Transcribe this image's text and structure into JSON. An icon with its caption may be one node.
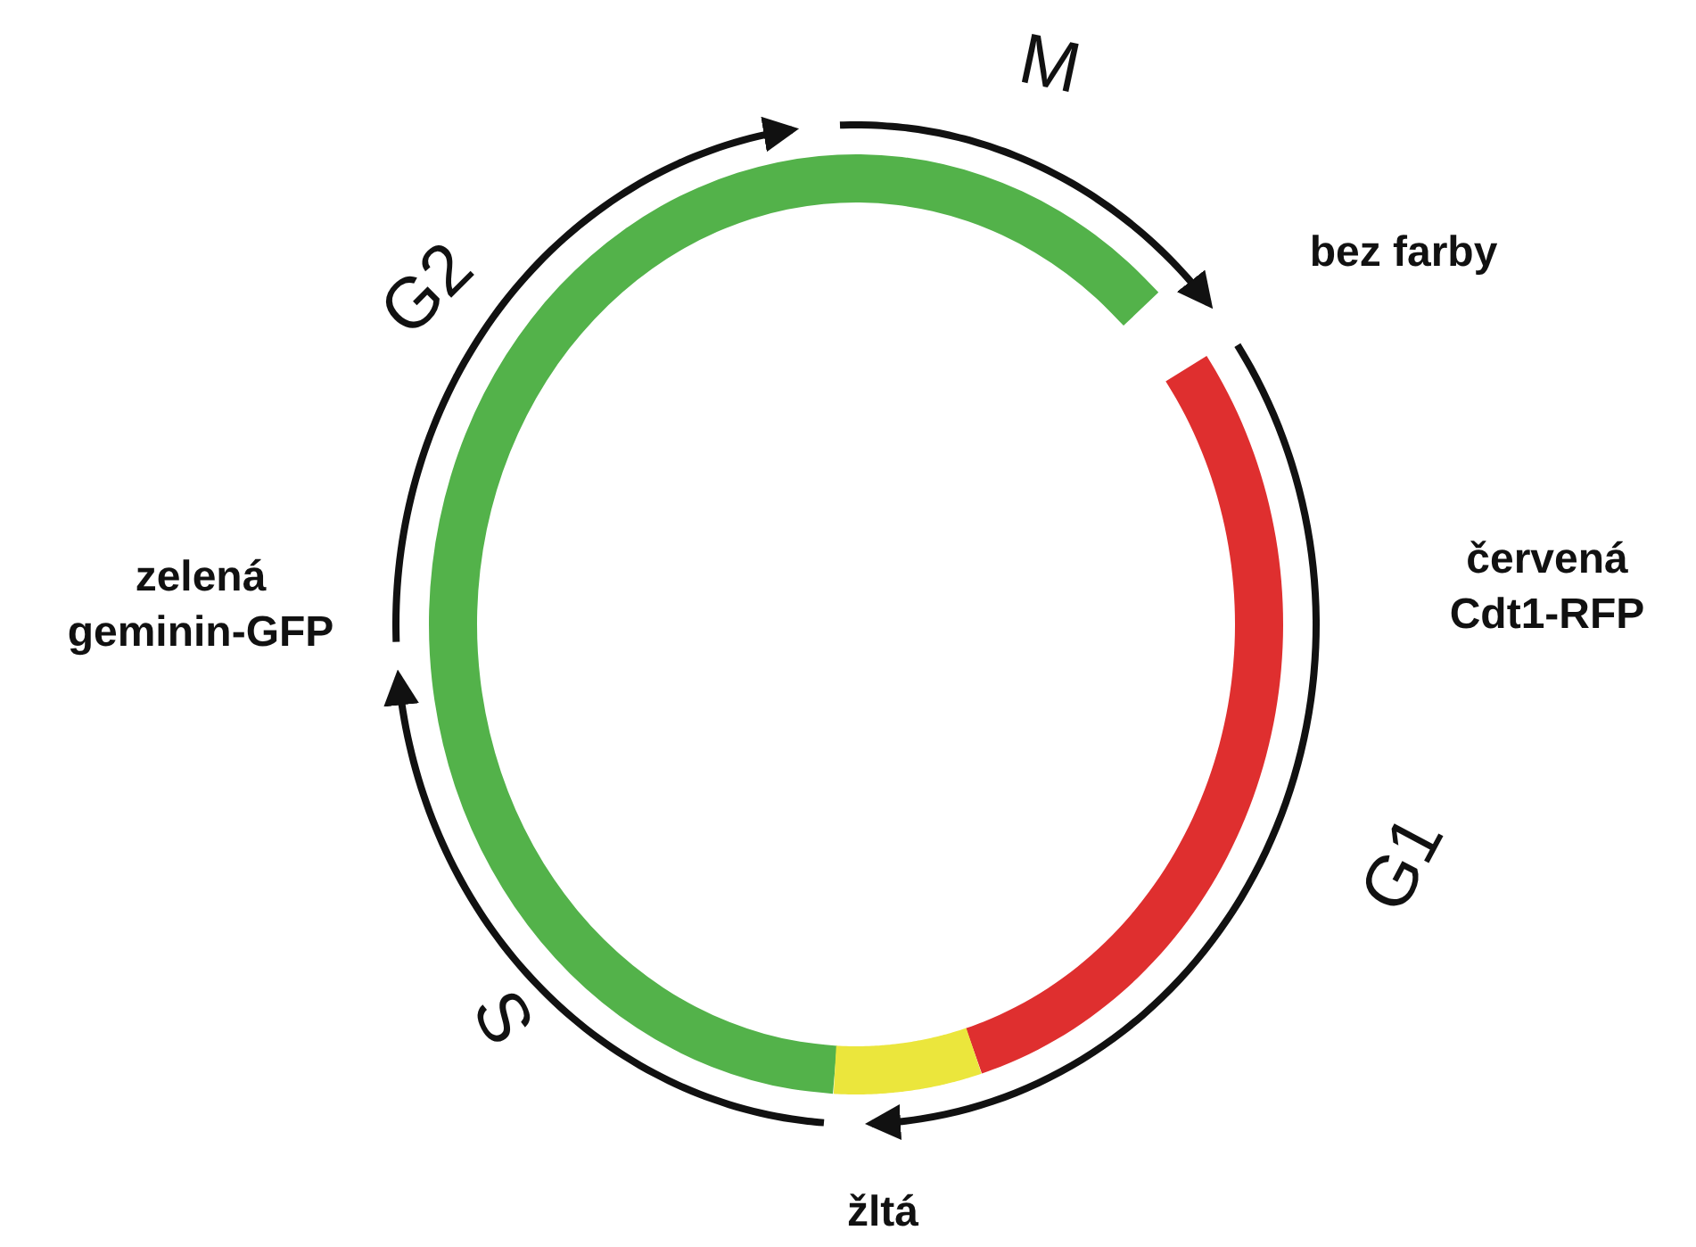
{
  "diagram": {
    "nodes": [
      {
        "text": [
          "bez farby"
        ]
      },
      {
        "text": [
          "zelená geminin-GFP"
        ]
      },
      {
        "text": [
          "žltá"
        ]
      }
    ],
    "edges": [
      {
        "from": null,
        "to": 0,
        "arrow": "to",
        "label": "M"
      },
      {
        "from": 0,
        "to": 2,
        "arrow": "to",
        "label": "G1"
      },
      {
        "from": 2,
        "to": 1,
        "arrow": "to",
        "label": "S"
      },
      {
        "from": 1,
        "to": null,
        "arrow": "to",
        "label": "G2"
      }
    ],
    "labels": [
      "červená Cdt1-RFP"
    ]
  }
}
